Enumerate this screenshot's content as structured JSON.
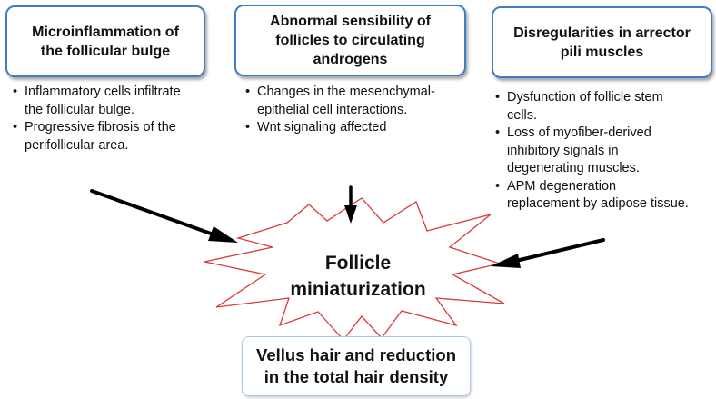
{
  "causes": [
    {
      "title": "Microinflammation of the follicular bulge",
      "bullets": [
        "Inflammatory cells infiltrate the follicular bulge.",
        "Progressive fibrosis of the perifollicular area."
      ]
    },
    {
      "title": "Abnormal sensibility of follicles to circulating androgens",
      "bullets": [
        "Changes in the mesenchymal-epithelial cell interactions.",
        "Wnt signaling affected"
      ]
    },
    {
      "title": "Disregularities in arrector pili muscles",
      "bullets": [
        "Dysfunction of follicle stem cells.",
        "Loss of myofiber-derived inhibitory signals in degenerating muscles.",
        "APM degeneration replacement by adipose tissue."
      ]
    }
  ],
  "center": {
    "label": "Follicle miniaturization"
  },
  "outcome": {
    "label": "Vellus hair and reduction in the total hair density"
  },
  "colors": {
    "box_border": "#3f7dc4",
    "outcome_border": "#a9c8e8",
    "star_outline": "#d93a3a",
    "arrow": "#000000"
  }
}
